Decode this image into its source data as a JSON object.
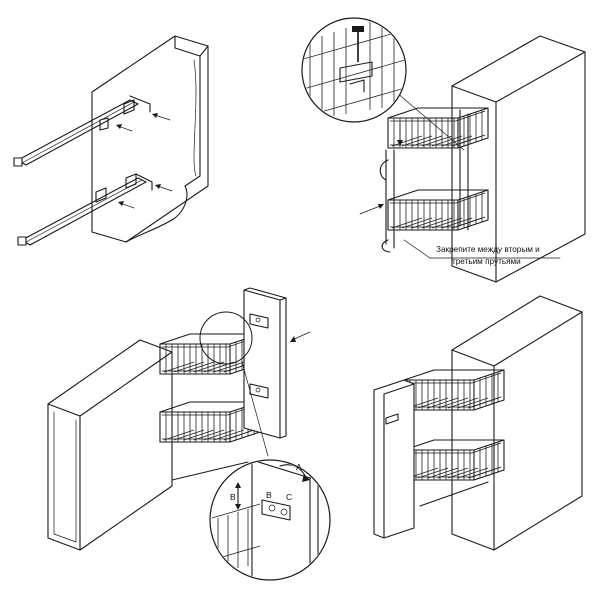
{
  "annotations": {
    "attach_line1": "Закрепите между вторым и",
    "attach_line2": "третьим прутьями"
  },
  "detail_labels": {
    "a": "A",
    "b_side": "B",
    "b_center": "B",
    "c": "C"
  },
  "colors": {
    "stroke": "#1a1a1a",
    "background": "#ffffff"
  }
}
